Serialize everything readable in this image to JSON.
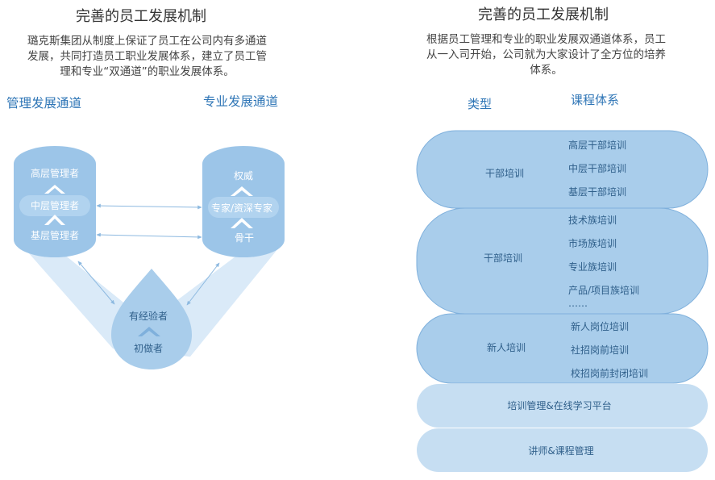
{
  "left": {
    "title": "完善的员工发展机制",
    "intro_lines": [
      "璐克斯集团从制度上保证了员工在公司内有多通道",
      "发展，共同打造员工职业发展体系，建立了员工管",
      "理和专业“双通道”的职业发展体系。"
    ],
    "management_channel": "管理发展通道",
    "professional_channel": "专业发展通道",
    "management_levels": [
      "高层管理者",
      "中层管理者",
      "基层管理者"
    ],
    "professional_levels": [
      "权威",
      "专家/资深专家",
      "骨干"
    ],
    "base_levels": [
      "有经验者",
      "初做者"
    ]
  },
  "right": {
    "title": "完善的员工发展机制",
    "intro_lines": [
      "根据员工管理和专业的职业发展双通道体系，员工",
      "从一入司开始，公司就为大家设计了全方位的培养",
      "体系。"
    ],
    "col_type": "类型",
    "col_course": "课程体系",
    "groups": [
      {
        "type": "干部培训",
        "courses": [
          "高层干部培训",
          "中层干部培训",
          "基层干部培训"
        ]
      },
      {
        "type": "干部培训",
        "courses": [
          "技术族培训",
          "市场族培训",
          "专业族培训",
          "产品/项目族培训",
          "……"
        ]
      },
      {
        "type": "新人培训",
        "courses": [
          "新人岗位培训",
          "社招岗前培训",
          "校招岗前封闭培训"
        ]
      }
    ],
    "platform": "培训管理&在线学习平台",
    "lecturer": "讲师&课程管理"
  },
  "colors": {
    "accent": "#2e75b6",
    "bubble": "#9cc5e8",
    "bubble_light": "#c6def2",
    "band": "#d6e8f7",
    "pill_stroke": "#7fb0dc"
  }
}
